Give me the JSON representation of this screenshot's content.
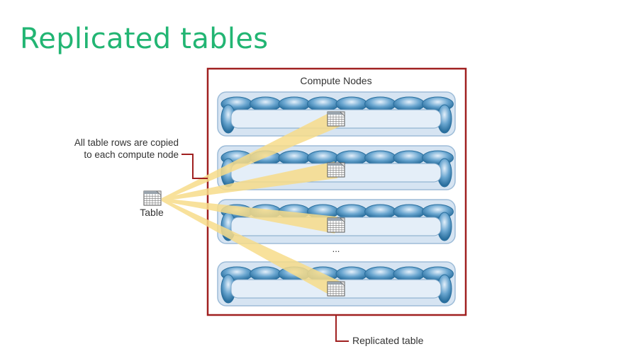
{
  "slide": {
    "title": "Replicated tables"
  },
  "diagram": {
    "group_label": "Compute Nodes",
    "callout_copy_line1": "All table rows are copied",
    "callout_copy_line2": "to each compute node",
    "source_label": "Table",
    "ellipsis": "...",
    "replicated_label": "Replicated table"
  },
  "colors": {
    "title": "#22b573",
    "frame": "#a02020",
    "beam": "#f7dc8a",
    "disk_dark": "#2a6f9e",
    "disk_light": "#e4f0fb",
    "node_bg": "#dbe7f4"
  },
  "icons": [
    "table-icon"
  ]
}
